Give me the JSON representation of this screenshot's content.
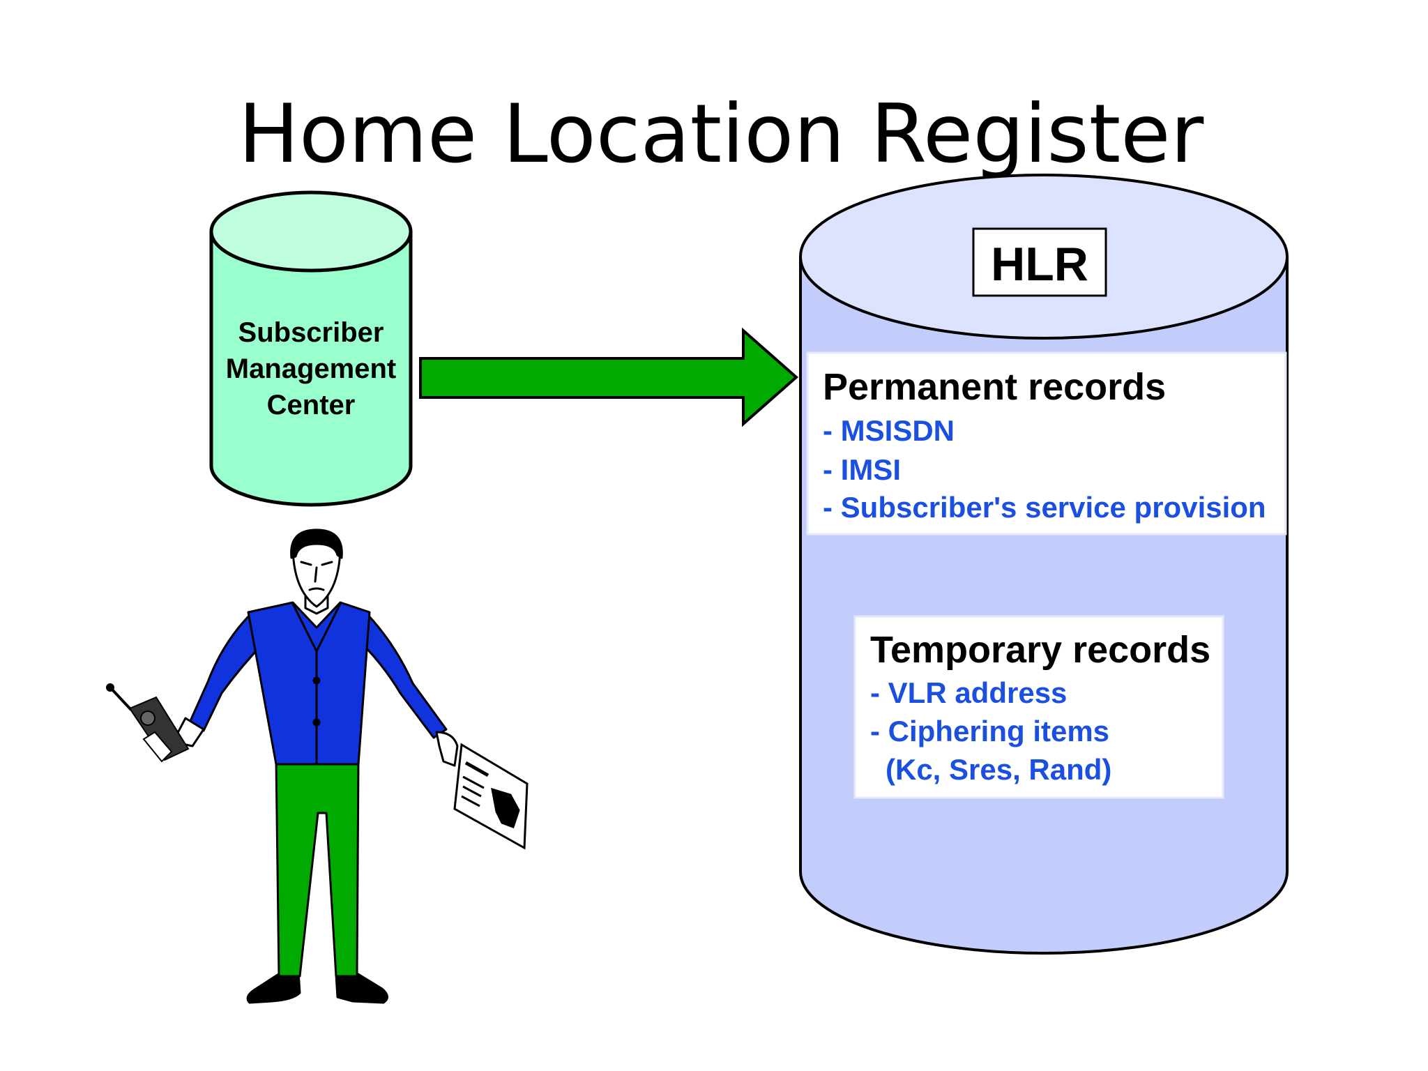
{
  "title": "Home Location Register",
  "subscriber_management_center": {
    "lines": [
      "Subscriber",
      "Management",
      "Center"
    ]
  },
  "hlr": {
    "label": "HLR",
    "permanent_records": {
      "heading": "Permanent records",
      "items": [
        "- MSISDN",
        "- IMSI",
        "- Subscriber's service provision"
      ]
    },
    "temporary_records": {
      "heading": "Temporary records",
      "items": [
        "- VLR address",
        "- Ciphering items",
        "(Kc, Sres, Rand)"
      ]
    }
  },
  "colors": {
    "smc_fill": "#99ffcc",
    "smc_top": "#bfffe0",
    "arrow": "#00aa00",
    "hlr_body": "#c3cdfc",
    "hlr_top": "#dde3ff",
    "record_text": "#1a4fe0",
    "shirt": "#1133dd",
    "pants": "#00aa00"
  },
  "icons": {
    "person": "subscriber-person-illustration",
    "phone": "mobile-phone-icon",
    "document": "sim-document-icon"
  }
}
